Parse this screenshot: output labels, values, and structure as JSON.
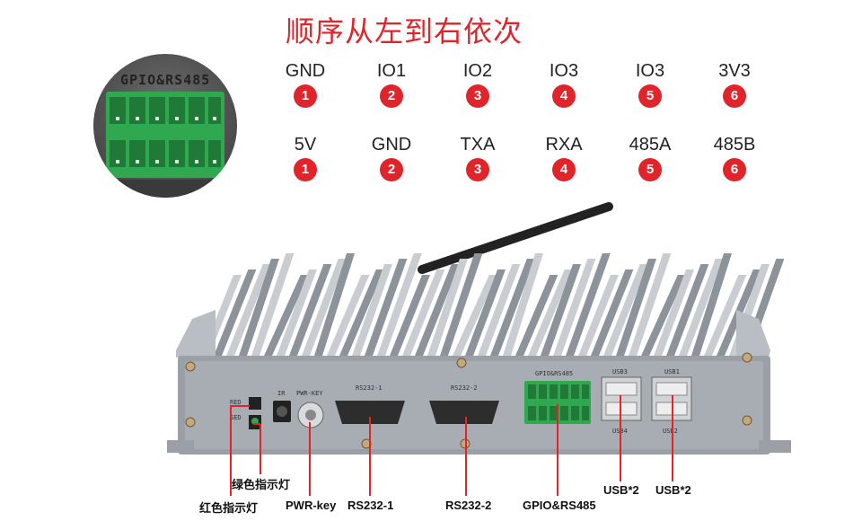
{
  "title": "顺序从左到右依次",
  "zoom_label": "GPIO&RS485",
  "pin_rows": [
    {
      "labels": [
        "GND",
        "IO1",
        "IO2",
        "IO3",
        "IO3",
        "3V3"
      ],
      "numbers": [
        "1",
        "2",
        "3",
        "4",
        "5",
        "6"
      ]
    },
    {
      "labels": [
        "5V",
        "GND",
        "TXA",
        "RXA",
        "485A",
        "485B"
      ],
      "numbers": [
        "1",
        "2",
        "3",
        "4",
        "5",
        "6"
      ]
    }
  ],
  "panel_labels": {
    "red": "RED",
    "ged": "GED",
    "ir": "IR",
    "pwr": "PWR-KEY",
    "rs232_1": "RS232-1",
    "rs232_2": "RS232-2",
    "gpio": "GPIO&RS485",
    "usb3": "USB3",
    "usb1": "USB1",
    "usb4": "USB4",
    "usb2": "USB2"
  },
  "callouts": {
    "green_led": "绿色指示灯",
    "red_led": "红色指示灯",
    "pwr_key": "PWR-key",
    "rs232_1": "RS232-1",
    "rs232_2": "RS232-2",
    "gpio": "GPIO&RS485",
    "usb_a": "USB*2",
    "usb_b": "USB*2"
  },
  "colors": {
    "accent": "#e0242a",
    "terminal_green": "#2fa84f"
  }
}
